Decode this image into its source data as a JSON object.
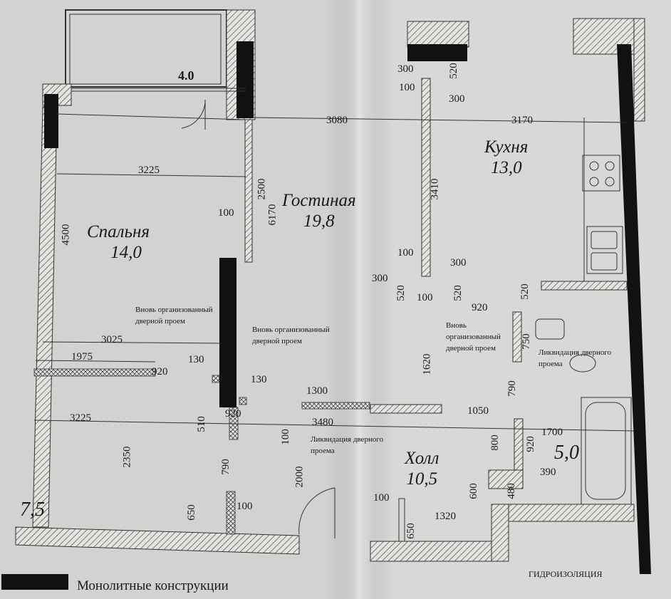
{
  "rooms": {
    "bedroom": {
      "name": "Спальня",
      "area": "14,0"
    },
    "living": {
      "name": "Гостиная",
      "area": "19,8"
    },
    "kitchen": {
      "name": "Кухня",
      "area": "13,0"
    },
    "hall": {
      "name": "Холл",
      "area": "10,5"
    },
    "bathroom": {
      "area": "5,0"
    },
    "loggia_bottom": {
      "area": "7,5"
    },
    "balcony": {
      "area": "4.0"
    }
  },
  "dimensions": [
    "3080",
    "3170",
    "300",
    "520",
    "100",
    "300",
    "3225",
    "2500",
    "6170",
    "3410",
    "100",
    "4500",
    "100",
    "300",
    "300",
    "520",
    "100",
    "520",
    "920",
    "520",
    "3025",
    "1975",
    "130",
    "920",
    "130",
    "1300",
    "1620",
    "920",
    "510",
    "3225",
    "3480",
    "100",
    "1050",
    "790",
    "800",
    "920",
    "1700",
    "2350",
    "790",
    "2000",
    "650",
    "100",
    "600",
    "390",
    "480",
    "100",
    "1320",
    "650",
    "750"
  ],
  "notes": {
    "new_door_1": "Вновь организованный дверной проем",
    "new_door_2": "Вновь организованный дверной проем",
    "new_door_3": "Вновь организованный дверной проем",
    "door_removal_1": "Ликвидация дверного проема",
    "door_removal_2": "Ликвидация дверного проема",
    "waterproofing": "ГИДРОИЗОЛЯЦИЯ"
  },
  "legend": {
    "monolithic": "Монолитные конструкции"
  },
  "colors": {
    "paper": "#d9d8d6",
    "monolith": "#111111",
    "line": "#2a2a2a"
  }
}
